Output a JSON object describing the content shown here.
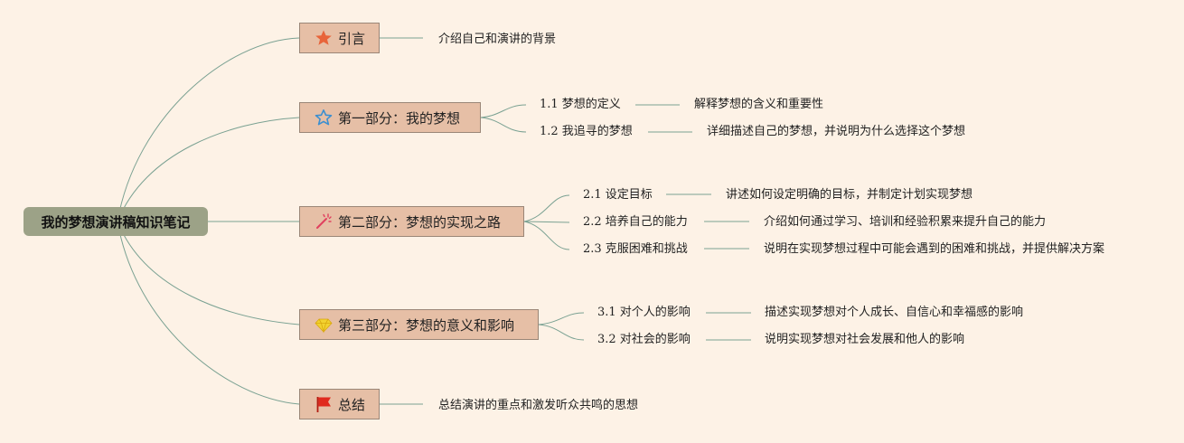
{
  "root": {
    "title": "我的梦想演讲稿知识笔记"
  },
  "branches": [
    {
      "label": "引言",
      "icon": "star-filled-icon",
      "details": [
        "介绍自己和演讲的背景"
      ],
      "subs": []
    },
    {
      "label": "第一部分：我的梦想",
      "icon": "star-outline-icon",
      "details": [],
      "subs": [
        {
          "label": "1.1 梦想的定义",
          "detail": "解释梦想的含义和重要性"
        },
        {
          "label": "1.2 我追寻的梦想",
          "detail": "详细描述自己的梦想，并说明为什么选择这个梦想"
        }
      ]
    },
    {
      "label": "第二部分：梦想的实现之路",
      "icon": "magic-wand-icon",
      "details": [],
      "subs": [
        {
          "label": "2.1 设定目标",
          "detail": "讲述如何设定明确的目标，并制定计划实现梦想"
        },
        {
          "label": "2.2 培养自己的能力",
          "detail": "介绍如何通过学习、培训和经验积累来提升自己的能力"
        },
        {
          "label": "2.3 克服困难和挑战",
          "detail": "说明在实现梦想过程中可能会遇到的困难和挑战，并提供解决方案"
        }
      ]
    },
    {
      "label": "第三部分：梦想的意义和影响",
      "icon": "diamond-icon",
      "details": [],
      "subs": [
        {
          "label": "3.1 对个人的影响",
          "detail": "描述实现梦想对个人成长、自信心和幸福感的影响"
        },
        {
          "label": "3.2 对社会的影响",
          "detail": "说明实现梦想对社会发展和他人的影响"
        }
      ]
    },
    {
      "label": "总结",
      "icon": "red-flag-icon",
      "details": [
        "总结演讲的重点和激发听众共鸣的思想"
      ],
      "subs": []
    }
  ],
  "colors": {
    "background": "#fdf2e6",
    "root_fill": "#9ca287",
    "branch_fill": "#e6bfa6",
    "connector": "#7aa192",
    "star_orange": "#e8643a",
    "star_blue": "#3b8fd0",
    "wand_pink": "#e0405e",
    "diamond_yellow": "#f2d230",
    "flag_red": "#e02a1e"
  }
}
